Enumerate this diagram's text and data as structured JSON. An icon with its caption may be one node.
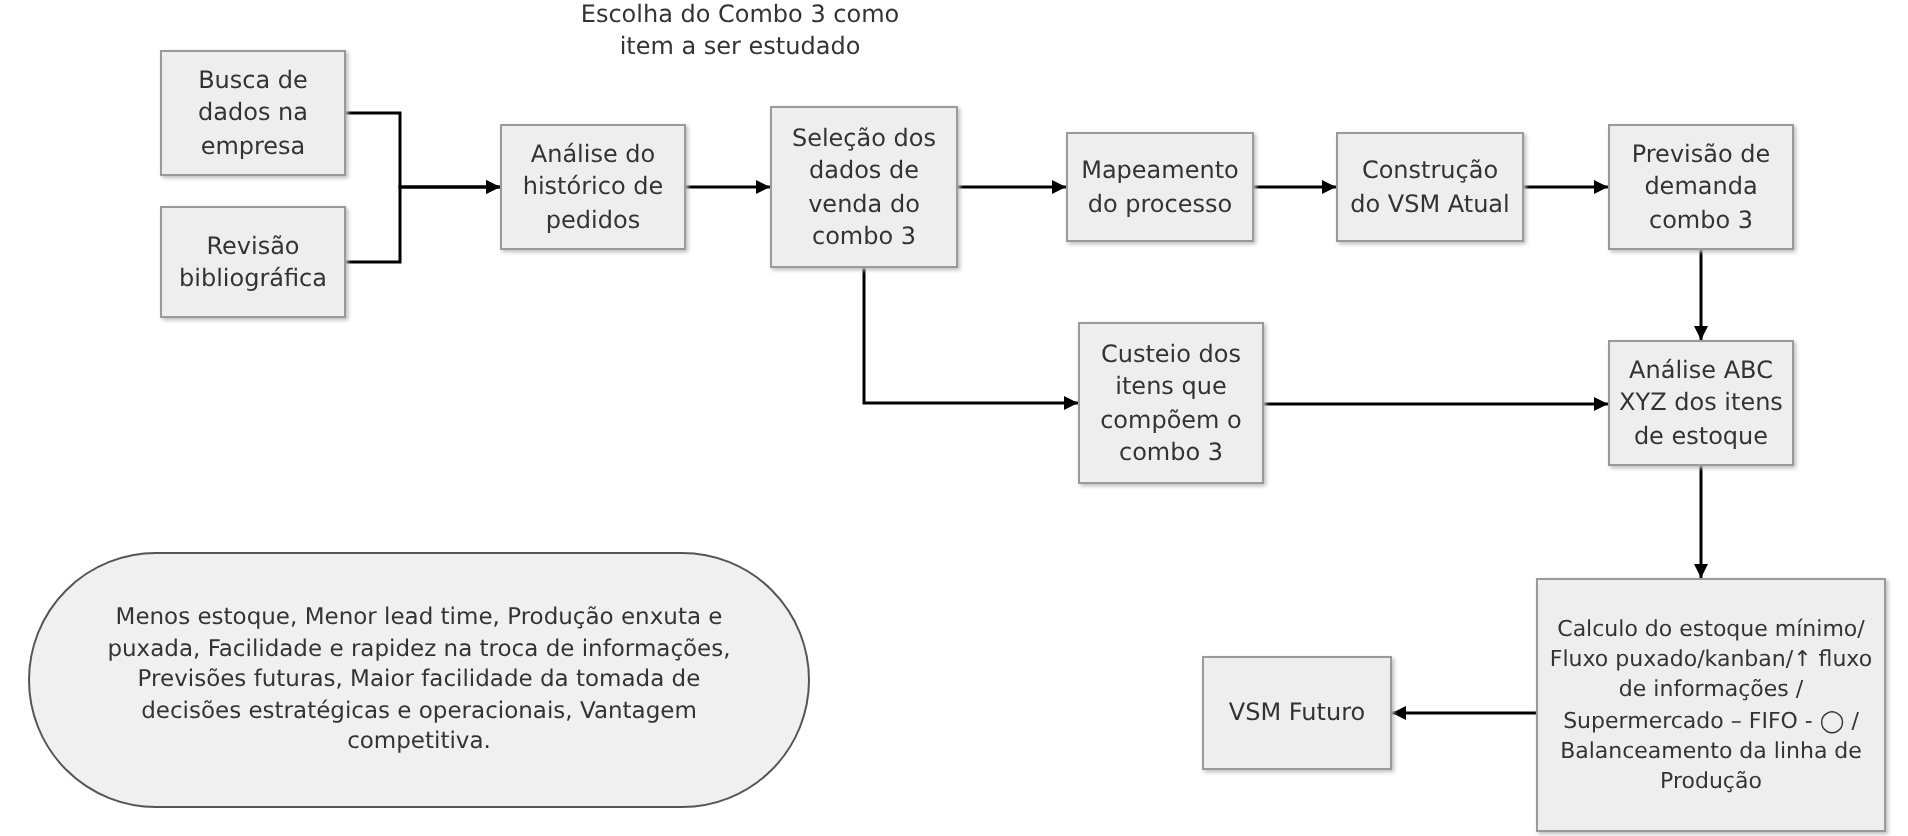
{
  "diagram": {
    "nodes": [
      {
        "text": [
          "Busca de dados na empresa"
        ]
      },
      {
        "text": [
          "Revisão bibliográfica"
        ]
      },
      {
        "text": [
          "Análise do histórico de pedidos"
        ]
      },
      {
        "text": [
          "Seleção dos dados de venda do combo 3"
        ],
        "beside": [
          "Escolha do Combo 3 como item a ser estudado"
        ]
      },
      {
        "text": [
          "Mapeamento do processo"
        ]
      },
      {
        "text": [
          "Construção do VSM Atual"
        ]
      },
      {
        "text": [
          "Previsão de demanda combo 3"
        ]
      },
      {
        "text": [
          "Custeio dos itens que compõem o combo 3"
        ]
      },
      {
        "text": [
          "Análise ABC XYZ dos itens de estoque"
        ]
      },
      {
        "text": [
          "Calculo do estoque mínimo/ Fluxo puxado/kanban/↑ fluxo de informações / Supermercado – FIFO - ◯ / Balanceamento da linha de Produção"
        ]
      },
      {
        "text": [
          "VSM Futuro"
        ]
      },
      {
        "text": [
          "Menos estoque, Menor lead time, Produção enxuta e puxada, Facilidade e rapidez na troca de informações, Previsões futuras, Maior facilidade da tomada de decisões estratégicas e operacionais, Vantagem competitiva."
        ]
      }
    ],
    "edges": [
      {
        "from": 0,
        "to": 2,
        "arrow": "to"
      },
      {
        "from": 1,
        "to": 2,
        "arrow": "to"
      },
      {
        "from": 2,
        "to": 3,
        "arrow": "to"
      },
      {
        "from": 3,
        "to": 4,
        "arrow": "to"
      },
      {
        "from": 4,
        "to": 5,
        "arrow": "to"
      },
      {
        "from": 5,
        "to": 6,
        "arrow": "to"
      },
      {
        "from": 3,
        "to": 7,
        "arrow": "to"
      },
      {
        "from": 6,
        "to": 8,
        "arrow": "to"
      },
      {
        "from": 7,
        "to": 8,
        "arrow": "to"
      },
      {
        "from": 8,
        "to": 9,
        "arrow": "to"
      },
      {
        "from": 9,
        "to": 10,
        "arrow": "to"
      }
    ]
  }
}
